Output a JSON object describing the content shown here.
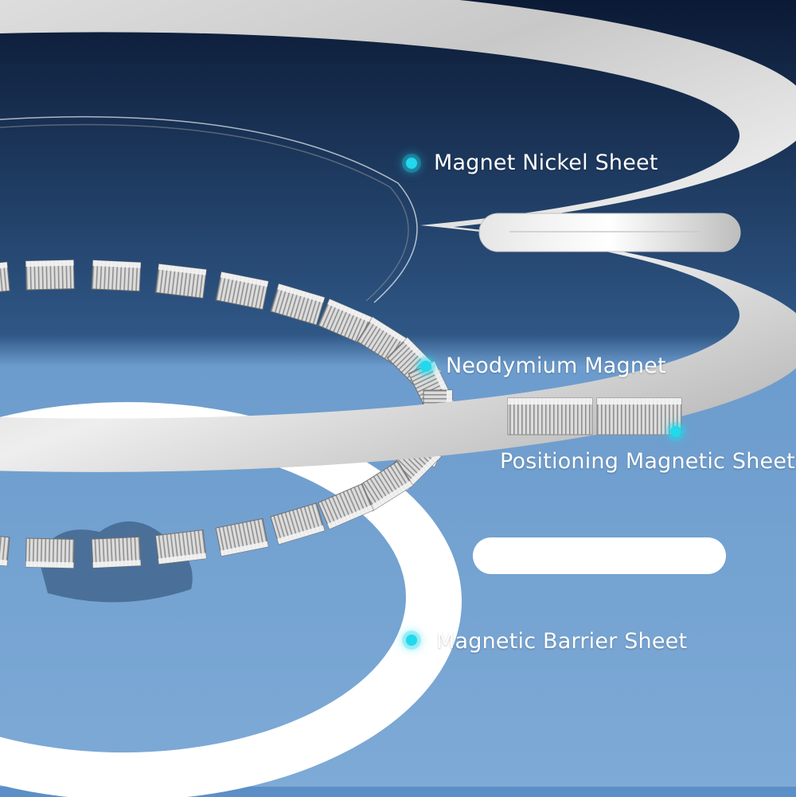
{
  "labels": {
    "nickel_sheet": "Magnet Nickel Sheet",
    "neodymium_magnet": "Neodymium Magnet",
    "positioning_sheet": "Positioning Magnetic Sheet",
    "barrier_sheet": "Magnetic Barrier Sheet"
  },
  "colors": {
    "background_top": "#0b1a35",
    "background_mid": "#3a6a9f",
    "background_bottom": "#7eaad6",
    "accent_dot": "#22d8ec",
    "metal": "#d9d9d9",
    "barrier": "#ffffff"
  }
}
